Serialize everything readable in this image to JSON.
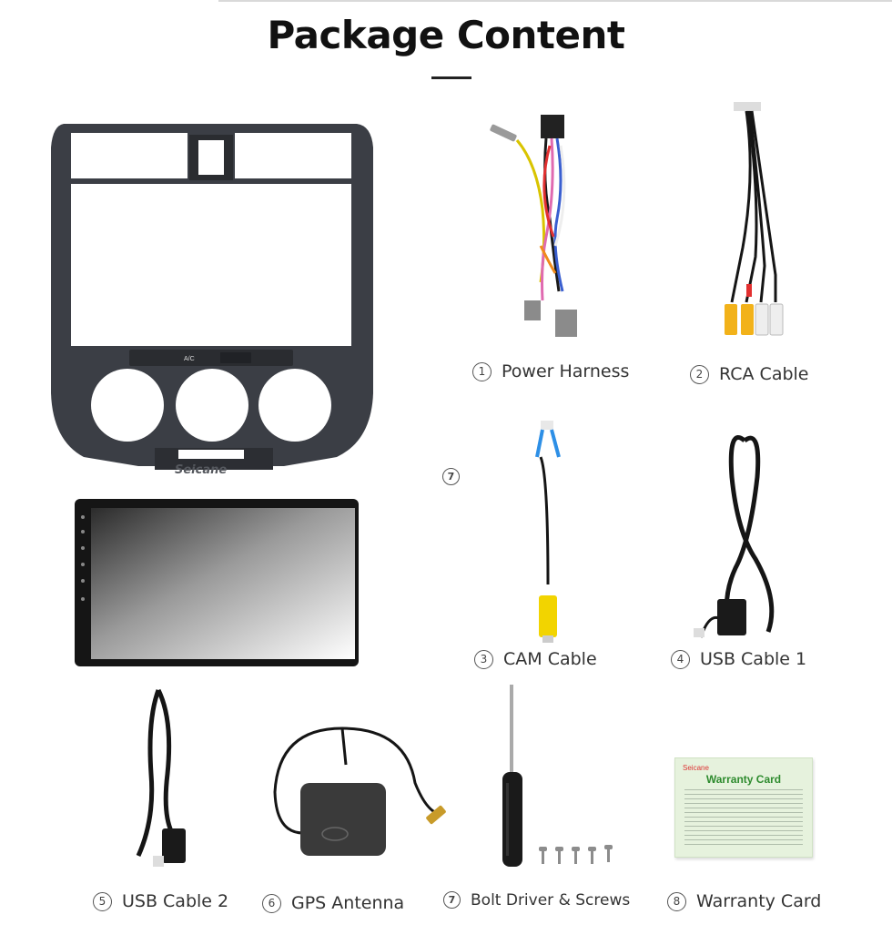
{
  "page": {
    "title": "Package Content"
  },
  "stray_marker": "7",
  "items": [
    {
      "num": "1",
      "label": "Power Harness"
    },
    {
      "num": "2",
      "label": "RCA Cable"
    },
    {
      "num": "3",
      "label": "CAM Cable"
    },
    {
      "num": "4",
      "label": "USB Cable 1"
    },
    {
      "num": "5",
      "label": "USB Cable 2"
    },
    {
      "num": "6",
      "label": "GPS Antenna"
    },
    {
      "num": "7",
      "label": "Bolt Driver & Screws"
    },
    {
      "num": "8",
      "label": "Warranty Card"
    }
  ],
  "frame": {
    "brand": "Seicane",
    "ac_label": "A/C"
  },
  "warranty_card": {
    "brand": "Seicane",
    "title": "Warranty Card"
  },
  "colors": {
    "frame": "#3b3e45",
    "cable": "#1c1c1c",
    "rca_yellow": "#f2b21a",
    "warranty_green": "#2e8b2e"
  }
}
